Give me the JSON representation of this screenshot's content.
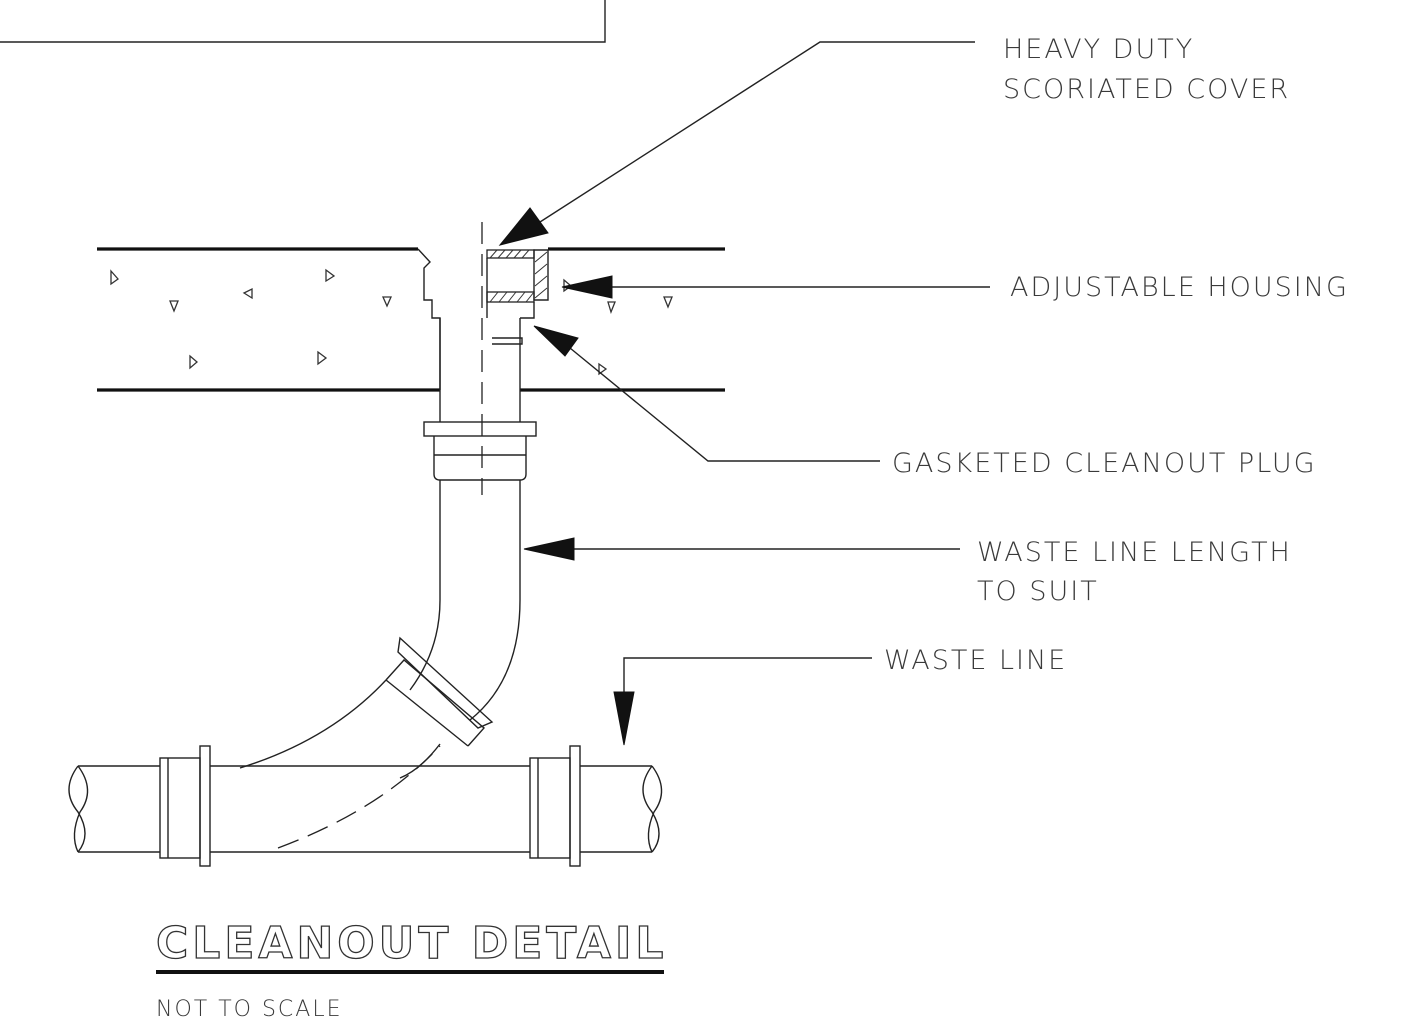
{
  "labels": {
    "cover_line1": "HEAVY DUTY",
    "cover_line2": "SCORIATED COVER",
    "housing": "ADJUSTABLE HOUSING",
    "plug": "GASKETED CLEANOUT PLUG",
    "length_line1": "WASTE LINE LENGTH",
    "length_line2": "TO SUIT",
    "waste_line": "WASTE LINE"
  },
  "title": {
    "main": "CLEANOUT DETAIL",
    "sub": "NOT TO SCALE"
  }
}
